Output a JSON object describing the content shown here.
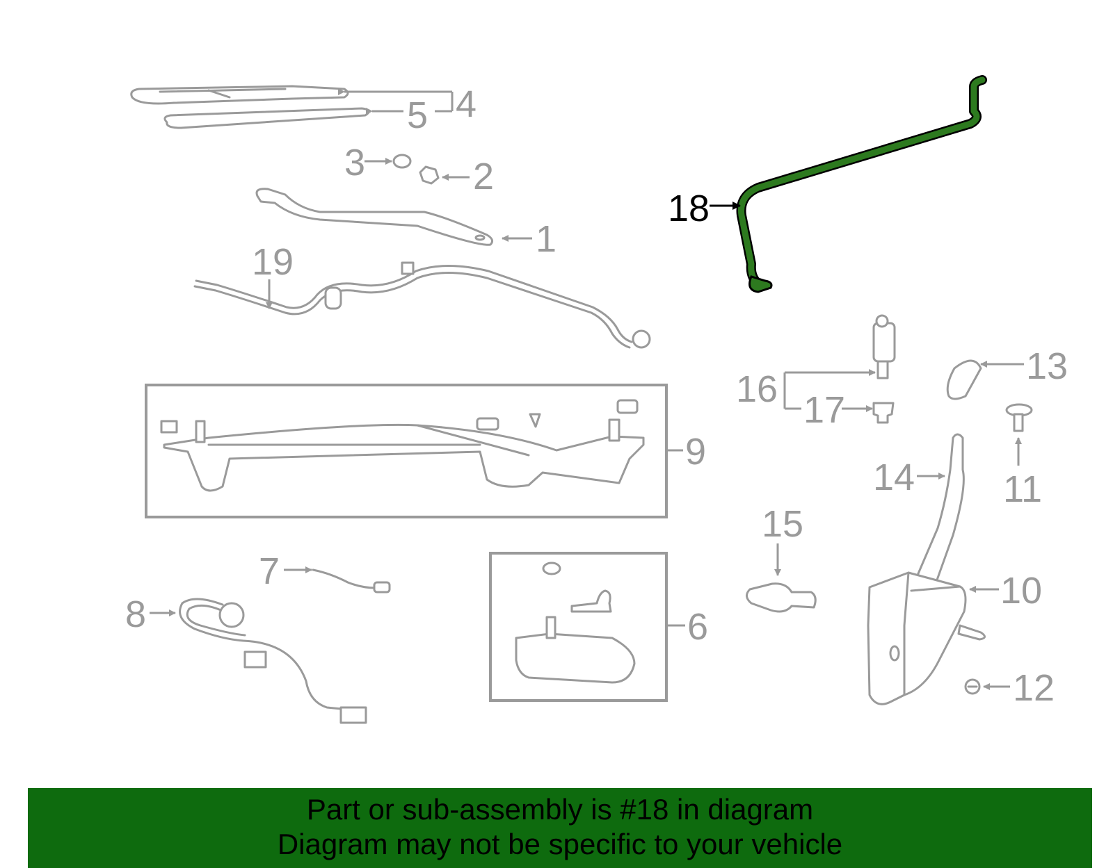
{
  "highlight_color": "#2d7a1f",
  "banner_color": "#0e6b0e",
  "banner": {
    "line1": "Part or sub-assembly is #18 in diagram",
    "line2": "Diagram may not be specific to your vehicle"
  },
  "callouts": {
    "c1": "1",
    "c2": "2",
    "c3": "3",
    "c4": "4",
    "c5": "5",
    "c6": "6",
    "c7": "7",
    "c8": "8",
    "c9": "9",
    "c10": "10",
    "c11": "11",
    "c12": "12",
    "c13": "13",
    "c14": "14",
    "c15": "15",
    "c16": "16",
    "c17": "17",
    "c18": "18",
    "c19": "19"
  }
}
